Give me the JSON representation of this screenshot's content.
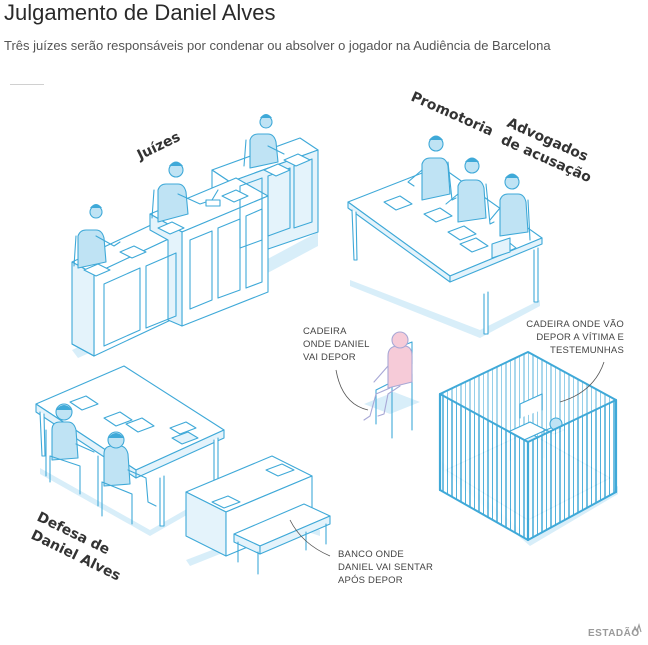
{
  "header": {
    "title": "Julgamento de Daniel Alves",
    "subtitle": "Três juízes serão responsáveis por condenar ou absolver o jogador na Audiência de Barcelona"
  },
  "labels": {
    "judges": "Juízes",
    "prosecution": "Promotoria",
    "accusation_lawyers": [
      "Advogados",
      "de acusação"
    ],
    "defense": [
      "Defesa de",
      "Daniel Alves"
    ],
    "daniel_chair": [
      "CADEIRA",
      "ONDE DANIEL",
      "VAI DEPOR"
    ],
    "witness_chair": [
      "CADEIRA ONDE VÃO",
      "DEPOR A VÍTIMA E",
      "TESTEMUNHAS"
    ],
    "bench": [
      "BANCO ONDE",
      "DANIEL VAI SENTAR",
      "APÓS DEPOR"
    ]
  },
  "brand": "ESTADÃO",
  "colors": {
    "line": "#3fa9d8",
    "fill": "#ffffff",
    "shade": "#e4f3fb",
    "shadow": "#d8eef9",
    "person": "#bfe3f4",
    "daniel": "#f6cbd8",
    "daniel_line": "#a8a8d6"
  }
}
